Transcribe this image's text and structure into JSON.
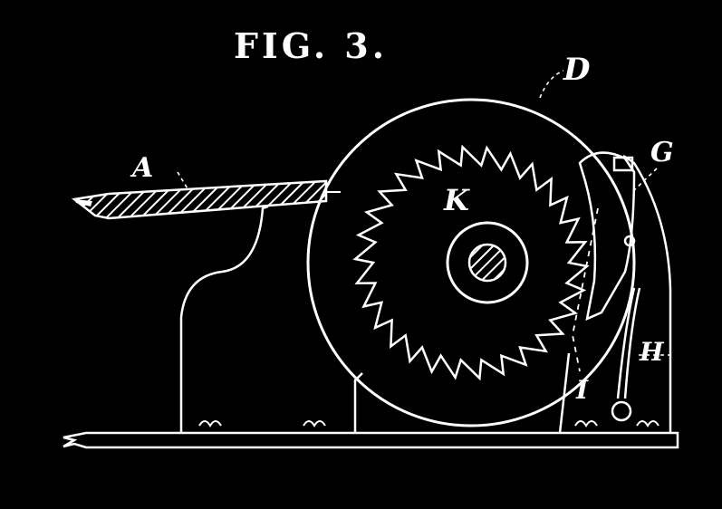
{
  "figure": {
    "title": "FIG. 3.",
    "labels": {
      "a": "A",
      "d": "D",
      "g": "G",
      "k": "K",
      "h": "H",
      "i": "I"
    }
  },
  "colors": {
    "background": "#000000",
    "ink": "#ffffff"
  }
}
